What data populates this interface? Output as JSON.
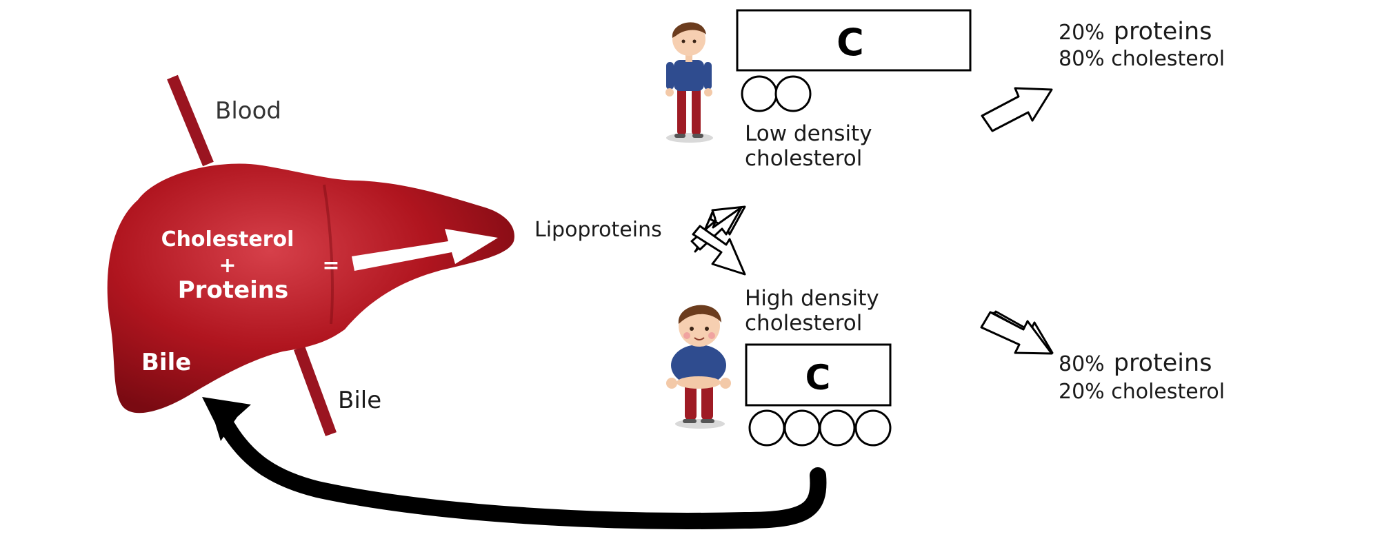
{
  "colors": {
    "liver": "#a3101c",
    "liver_light": "#c7303b",
    "vessel": "#9a1420",
    "text": "#1a1a1a",
    "arrow_black": "#000000"
  },
  "labels": {
    "blood": "Blood",
    "bile_vessel": "Bile",
    "lipoproteins": "Lipoproteins",
    "liver_line1": "Cholesterol",
    "liver_plus": "+",
    "liver_line3": "Proteins",
    "liver_equals": "=",
    "liver_bile": "Bile"
  },
  "ldl": {
    "container_letter": "C",
    "label_line1": "Low density",
    "label_line2": "cholesterol",
    "pct_proteins_num": "20%",
    "pct_proteins_word": "proteins",
    "pct_cholesterol": "80% cholesterol"
  },
  "hdl": {
    "container_letter": "C",
    "label_line1": "High density",
    "label_line2": "cholesterol",
    "pct_proteins_num": "80%",
    "pct_proteins_word": "proteins",
    "pct_cholesterol": "20% cholesterol"
  },
  "icons": [
    "slim-boy-icon",
    "chubby-boy-icon",
    "liver-icon",
    "outline-arrow-icon",
    "curved-return-arrow-icon"
  ]
}
